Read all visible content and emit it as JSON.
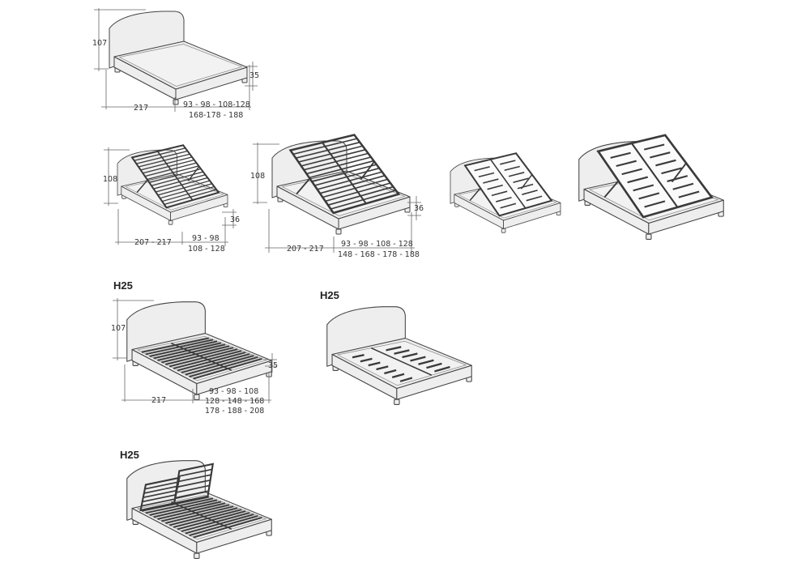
{
  "colors": {
    "line": "#444444",
    "fill": "#eeeeee",
    "frame": "#3a3a3a"
  },
  "figures": [
    {
      "type": "base",
      "height": "107",
      "base_height": "35",
      "length": "217",
      "widths_1": "93 - 98 - 108-128",
      "widths_2": "168-178 - 188"
    },
    {
      "type": "storage-single",
      "height": "108",
      "base_height": "36",
      "length": "207 - 217",
      "widths_1": "93 - 98",
      "widths_2": "108 - 128"
    },
    {
      "type": "storage-double",
      "height": "108",
      "base_height": "36",
      "length": "207 - 217",
      "widths_1": "93 - 98 - 108 - 128",
      "widths_2": "148 - 168 - 178 - 188"
    },
    {
      "type": "storage-single-panel"
    },
    {
      "type": "storage-double-panel"
    },
    {
      "type": "slats",
      "label": "H25",
      "height": "107",
      "base_height": "35",
      "length": "217",
      "widths_1": "93 - 98 - 108",
      "widths_2": "128 - 148 - 168",
      "widths_3": "178 - 188 - 208"
    },
    {
      "type": "slats-panel",
      "label": "H25"
    },
    {
      "type": "motorized",
      "label": "H25"
    }
  ]
}
